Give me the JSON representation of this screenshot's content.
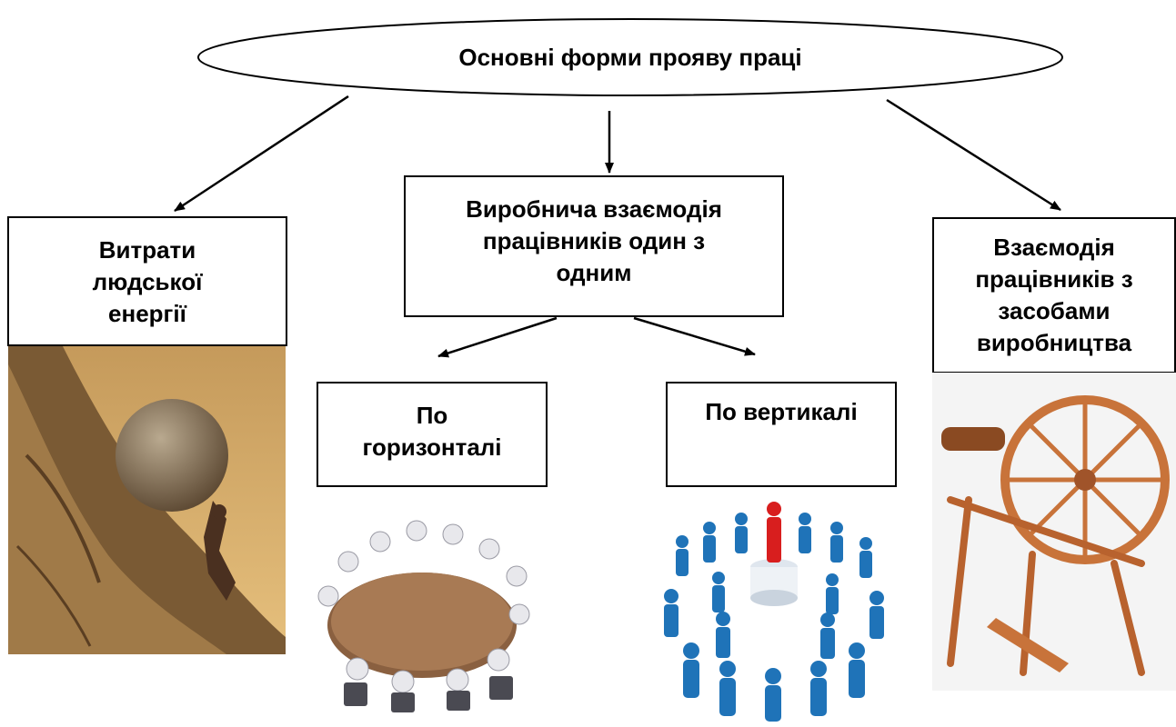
{
  "title": "Основні форми прояву праці",
  "nodes": {
    "energy": "Витрати\nлюдської\nенергії",
    "interaction": "Виробнича взаємодія\nпрацівників один з\nодним",
    "means": "Взаємодія\nпрацівників з\nзасобами\nвиробництва",
    "horizontal": "По\nгоризонталі",
    "vertical": "По вертикалі"
  },
  "images": {
    "energy": "man-pushing-boulder-uphill",
    "horizontal": "round-table-meeting",
    "vertical": "leader-in-crowd",
    "means": "spinning-wheel"
  }
}
